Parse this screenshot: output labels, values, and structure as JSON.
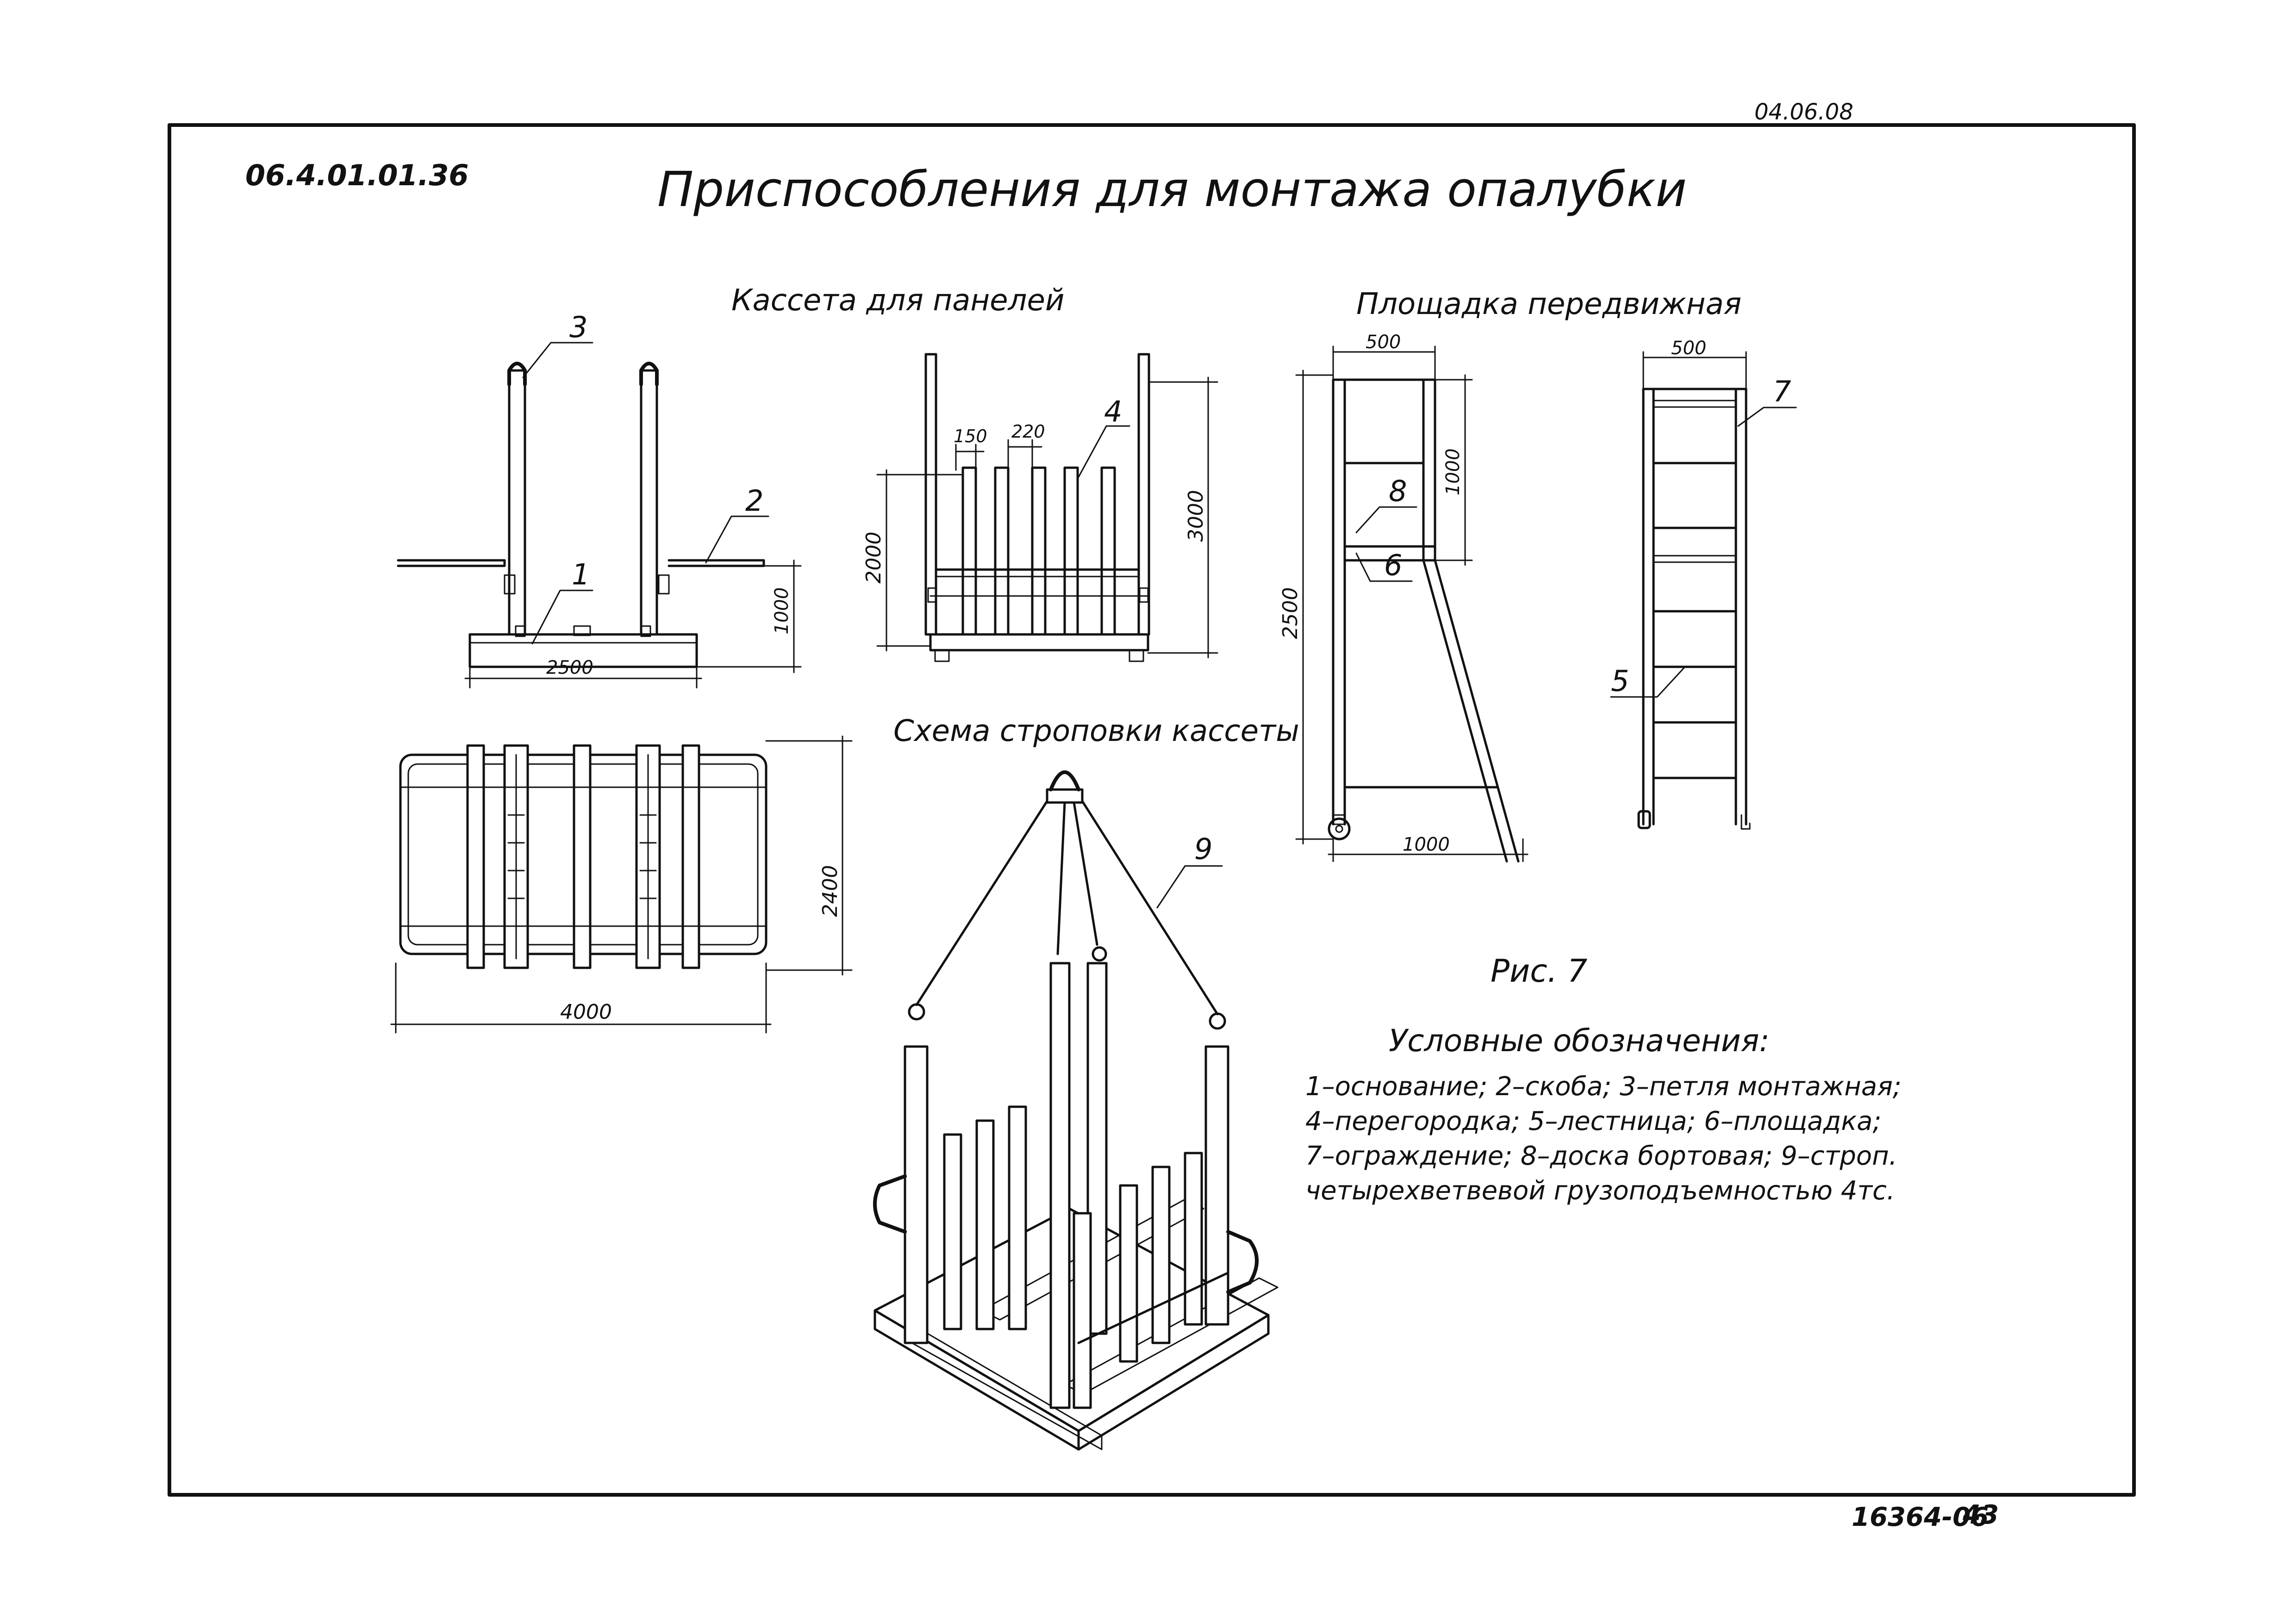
{
  "sheet": {
    "corner_code": "04.06.08",
    "doc_code": "06.4.01.01.36",
    "title": "Приспособления для монтажа опалубки",
    "footer_code": "16364-06",
    "page_number": "43"
  },
  "sections": {
    "cassette": "Кассета для панелей",
    "platform": "Площадка передвижная",
    "slinging": "Схема строповки кассеты"
  },
  "dimensions": {
    "cassette_front_height": "1000",
    "cassette_front_width": "2500",
    "cassette_plan_depth": "2400",
    "cassette_plan_width": "4000",
    "partition_gap_1": "150",
    "partition_gap_2": "220",
    "partition_height": "2000",
    "cassette_total_height": "3000",
    "platform_top_width": "500",
    "platform_rail_height": "1000",
    "platform_total_height": "2500",
    "platform_base_width": "1000",
    "ladder_width": "500"
  },
  "callouts": {
    "c1": "1",
    "c2": "2",
    "c3": "3",
    "c4": "4",
    "c5": "5",
    "c6": "6",
    "c7": "7",
    "c8": "8",
    "c9": "9"
  },
  "figure": {
    "caption": "Рис. 7",
    "legend_title": "Условные обозначения:",
    "legend_lines": [
      "1–основание;  2–скоба;  3–петля монтажная;",
      "4–перегородка;  5–лестница;  6–площадка;",
      "7–ограждение;  8–доска бортовая;  9–строп.",
      "четырехветвевой  грузоподъемностью  4тс."
    ]
  }
}
